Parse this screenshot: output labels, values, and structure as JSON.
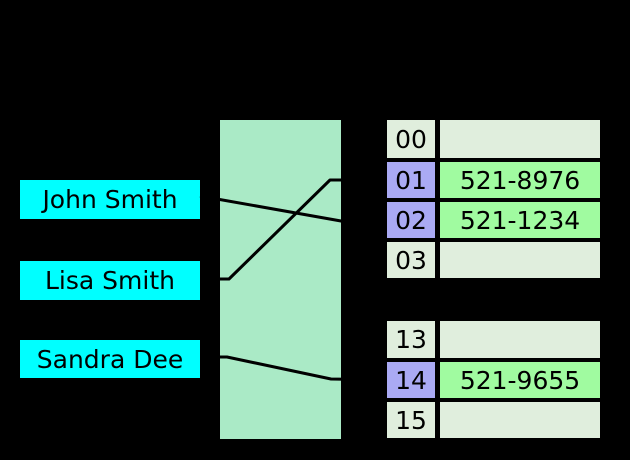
{
  "keys": [
    {
      "label": "John Smith"
    },
    {
      "label": "Lisa Smith"
    },
    {
      "label": "Sandra Dee"
    }
  ],
  "buckets": [
    {
      "index": "00",
      "value": ""
    },
    {
      "index": "01",
      "value": "521-8976"
    },
    {
      "index": "02",
      "value": "521-1234"
    },
    {
      "index": "03",
      "value": ""
    },
    {
      "index": "13",
      "value": ""
    },
    {
      "index": "14",
      "value": "521-9655"
    },
    {
      "index": "15",
      "value": ""
    }
  ],
  "connections": [
    {
      "key": "John Smith",
      "bucket": "02"
    },
    {
      "key": "Lisa Smith",
      "bucket": "01"
    },
    {
      "key": "Sandra Dee",
      "bucket": "14"
    }
  ],
  "colors": {
    "background": "#000000",
    "key_box": "#00ffff",
    "hash_box": "#aaeac6",
    "index_active": "#aaaaf4",
    "bucket_empty": "#e0eedd",
    "bucket_filled": "#a0fba0",
    "line": "#000000",
    "text": "#000000"
  }
}
